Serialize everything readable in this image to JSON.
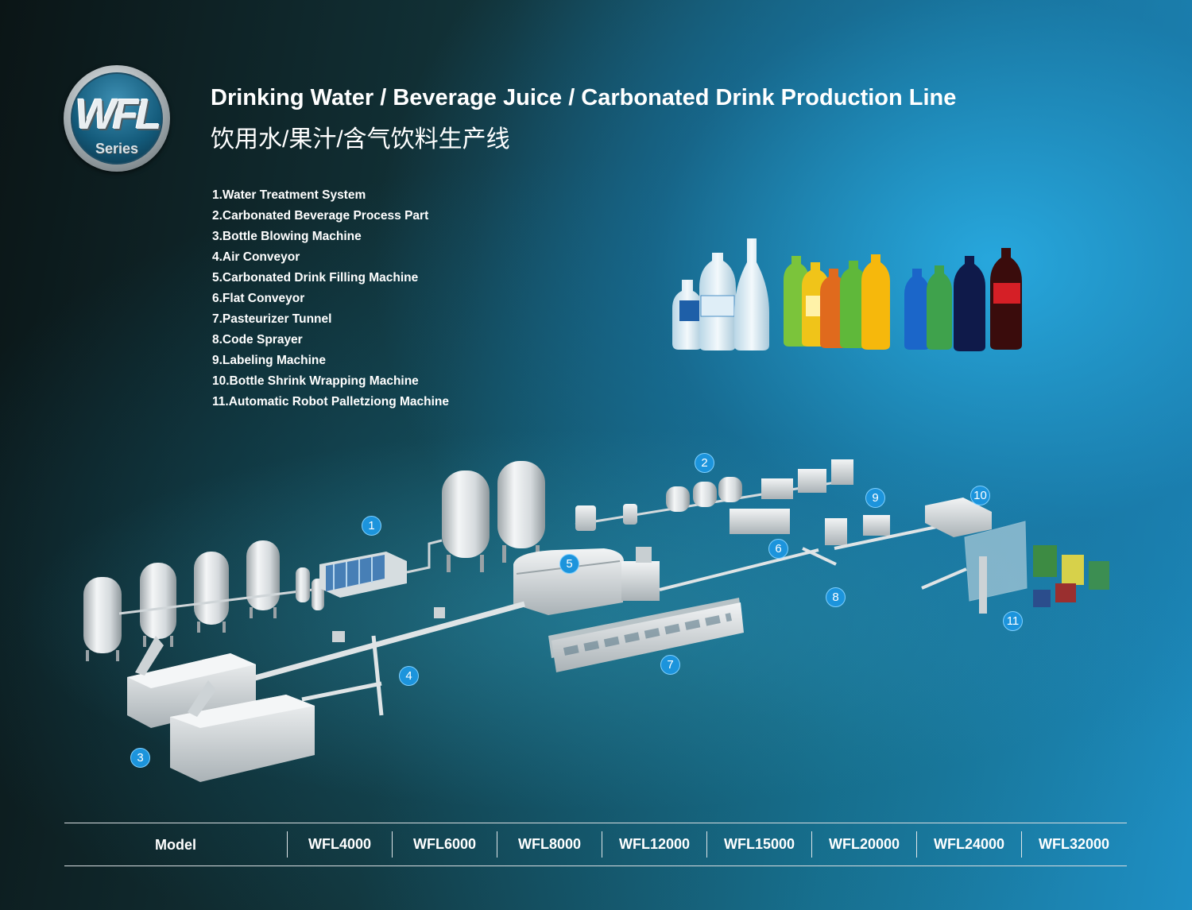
{
  "logo": {
    "mark": "WFL",
    "subtitle": "Series"
  },
  "title_en": "Drinking Water / Beverage Juice / Carbonated Drink Production Line",
  "title_cn": "饮用水/果汁/含气饮料生产线",
  "components": [
    "1.Water Treatment System",
    "2.Carbonated Beverage Process Part",
    "3.Bottle Blowing Machine",
    "4.Air Conveyor",
    "5.Carbonated Drink Filling Machine",
    "6.Flat Conveyor",
    "7.Pasteurizer Tunnel",
    "8.Code Sprayer",
    "9.Labeling Machine",
    "10.Bottle Shrink Wrapping Machine",
    "11.Automatic Robot Palletziong Machine"
  ],
  "badges": [
    "1",
    "2",
    "3",
    "4",
    "5",
    "6",
    "7",
    "8",
    "9",
    "10",
    "11"
  ],
  "model_table": {
    "label": "Model",
    "models": [
      "WFL4000",
      "WFL6000",
      "WFL8000",
      "WFL12000",
      "WFL15000",
      "WFL20000",
      "WFL24000",
      "WFL32000"
    ]
  },
  "colors": {
    "badge": "#1c94dc",
    "background_accent": "#1e8fc4",
    "background_dark": "#0b1516"
  }
}
